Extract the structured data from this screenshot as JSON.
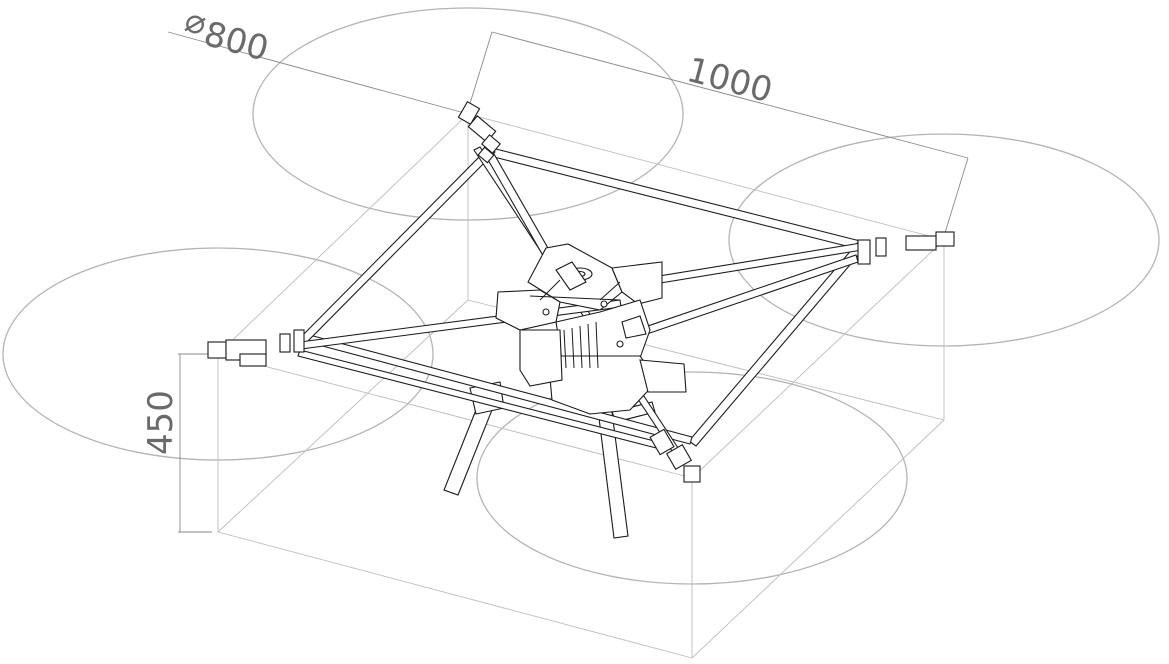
{
  "dimensions": {
    "diameter_symbol": "⌀",
    "diameter": "800",
    "span": "1000",
    "height": "450"
  }
}
